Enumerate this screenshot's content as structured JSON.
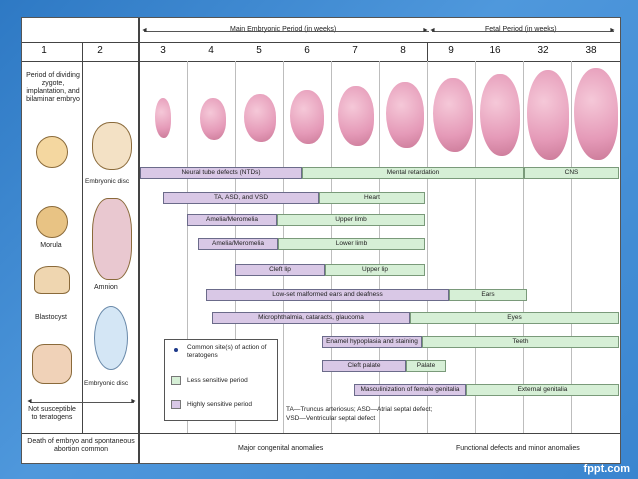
{
  "header": {
    "main_period": "Main Embryonic Period (in weeks)",
    "fetal_period": "Fetal Period (in weeks)"
  },
  "weeks": [
    "1",
    "2",
    "3",
    "4",
    "5",
    "6",
    "7",
    "8",
    "9",
    "16",
    "32",
    "38"
  ],
  "left_column": {
    "period_label": "Period of dividing zygote, implantation, and bilaminar embryo",
    "embryonic_disc_1": "Embryonic disc",
    "embryonic_disc_2": "Embryonic disc",
    "morula": "Morula",
    "amnion": "Amnion",
    "blastocyst": "Blastocyst",
    "not_susceptible": "Not susceptible to teratogens",
    "death_label": "Death of embryo and spontaneous abortion common"
  },
  "bars": [
    {
      "label": "Neural tube defects (NTDs)",
      "kind": "hs"
    },
    {
      "label": "Mental retardation",
      "kind": "ls"
    },
    {
      "label": "CNS",
      "kind": "ls"
    },
    {
      "label": "TA, ASD, and VSD",
      "kind": "hs"
    },
    {
      "label": "Heart",
      "kind": "ls"
    },
    {
      "label": "Amelia/Meromelia",
      "kind": "hs"
    },
    {
      "label": "Upper limb",
      "kind": "ls"
    },
    {
      "label": "Amelia/Meromelia",
      "kind": "hs"
    },
    {
      "label": "Lower limb",
      "kind": "ls"
    },
    {
      "label": "Cleft lip",
      "kind": "hs"
    },
    {
      "label": "Upper lip",
      "kind": "ls"
    },
    {
      "label": "Low-set malformed ears and deafness",
      "kind": "hs"
    },
    {
      "label": "Ears",
      "kind": "ls"
    },
    {
      "label": "Microphthalmia, cataracts, glaucoma",
      "kind": "hs"
    },
    {
      "label": "Eyes",
      "kind": "ls"
    },
    {
      "label": "Enamel hypoplasia and staining",
      "kind": "hs"
    },
    {
      "label": "Teeth",
      "kind": "ls"
    },
    {
      "label": "Cleft palate",
      "kind": "hs"
    },
    {
      "label": "Palate",
      "kind": "ls"
    },
    {
      "label": "Masculinization of female genitalia",
      "kind": "hs"
    },
    {
      "label": "External genitalia",
      "kind": "ls"
    }
  ],
  "legend": {
    "dot_label": "Common site(s) of action of teratogens",
    "less_sensitive": "Less sensitive period",
    "highly_sensitive": "Highly sensitive period"
  },
  "abbrev_note_1": "TA—Truncus arteriosus; ASD—Atrial septal defect;",
  "abbrev_note_2": "VSD—Ventricular septal defect",
  "footer": {
    "major": "Major congenital anomalies",
    "functional": "Functional defects and minor anomalies"
  },
  "logo": "fppt.com",
  "colors": {
    "highly_sensitive": "#d9c8e6",
    "less_sensitive": "#d6efd6",
    "background": "#3a85cf"
  }
}
